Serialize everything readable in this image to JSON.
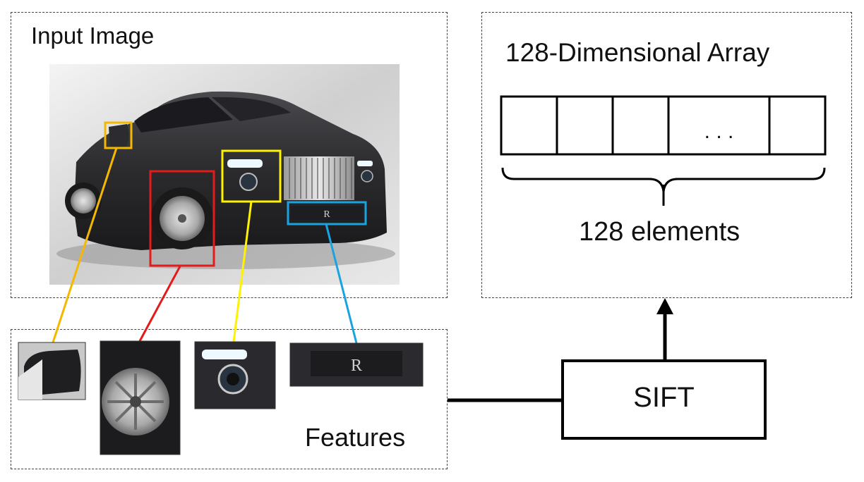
{
  "input_panel": {
    "title": "Input Image"
  },
  "features_panel": {
    "title": "Features"
  },
  "output_panel": {
    "title": "128-Dimensional Array",
    "cells": [
      "",
      "",
      "",
      ". . .",
      ""
    ],
    "brace_label": "128 elements"
  },
  "sift_box": {
    "label": "SIFT"
  },
  "colors": {
    "mirror": "#F5B800",
    "wheel": "#E31B1B",
    "headlight": "#FFF200",
    "grille_badge": "#1BA3E0"
  },
  "feature_icons": [
    "mirror-crop",
    "wheel-crop",
    "headlight-crop",
    "badge-crop"
  ],
  "photo": {
    "subject": "car-photo"
  }
}
